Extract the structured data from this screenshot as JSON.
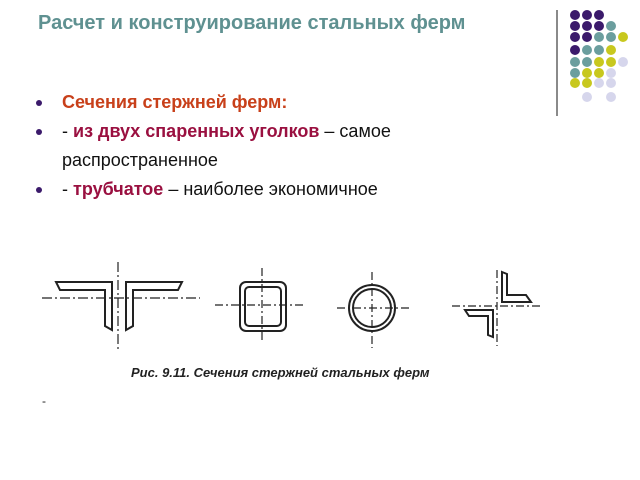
{
  "title": "Расчет и конструирование стальных ферм",
  "bullets": [
    {
      "accent": "Сечения стержней ферм:",
      "rest": ""
    },
    {
      "prefix": "- ",
      "accent": "из двух спаренных уголков",
      "rest": " – самое распространенное"
    },
    {
      "prefix": "- ",
      "accent": "трубчатое",
      "rest": " – наиболее экономичное"
    }
  ],
  "figure": {
    "caption": "Рис. 9.11. Сечения стержней стальных ферм"
  },
  "footer_mark": "-",
  "colors": {
    "title": "#5f9191",
    "accent1": "#c8401a",
    "accent2": "#9a1040",
    "purple": "#3b1a6b",
    "teal": "#6b9e9e",
    "yellow": "#c8c81e",
    "lavender": "#d6d6ec"
  }
}
